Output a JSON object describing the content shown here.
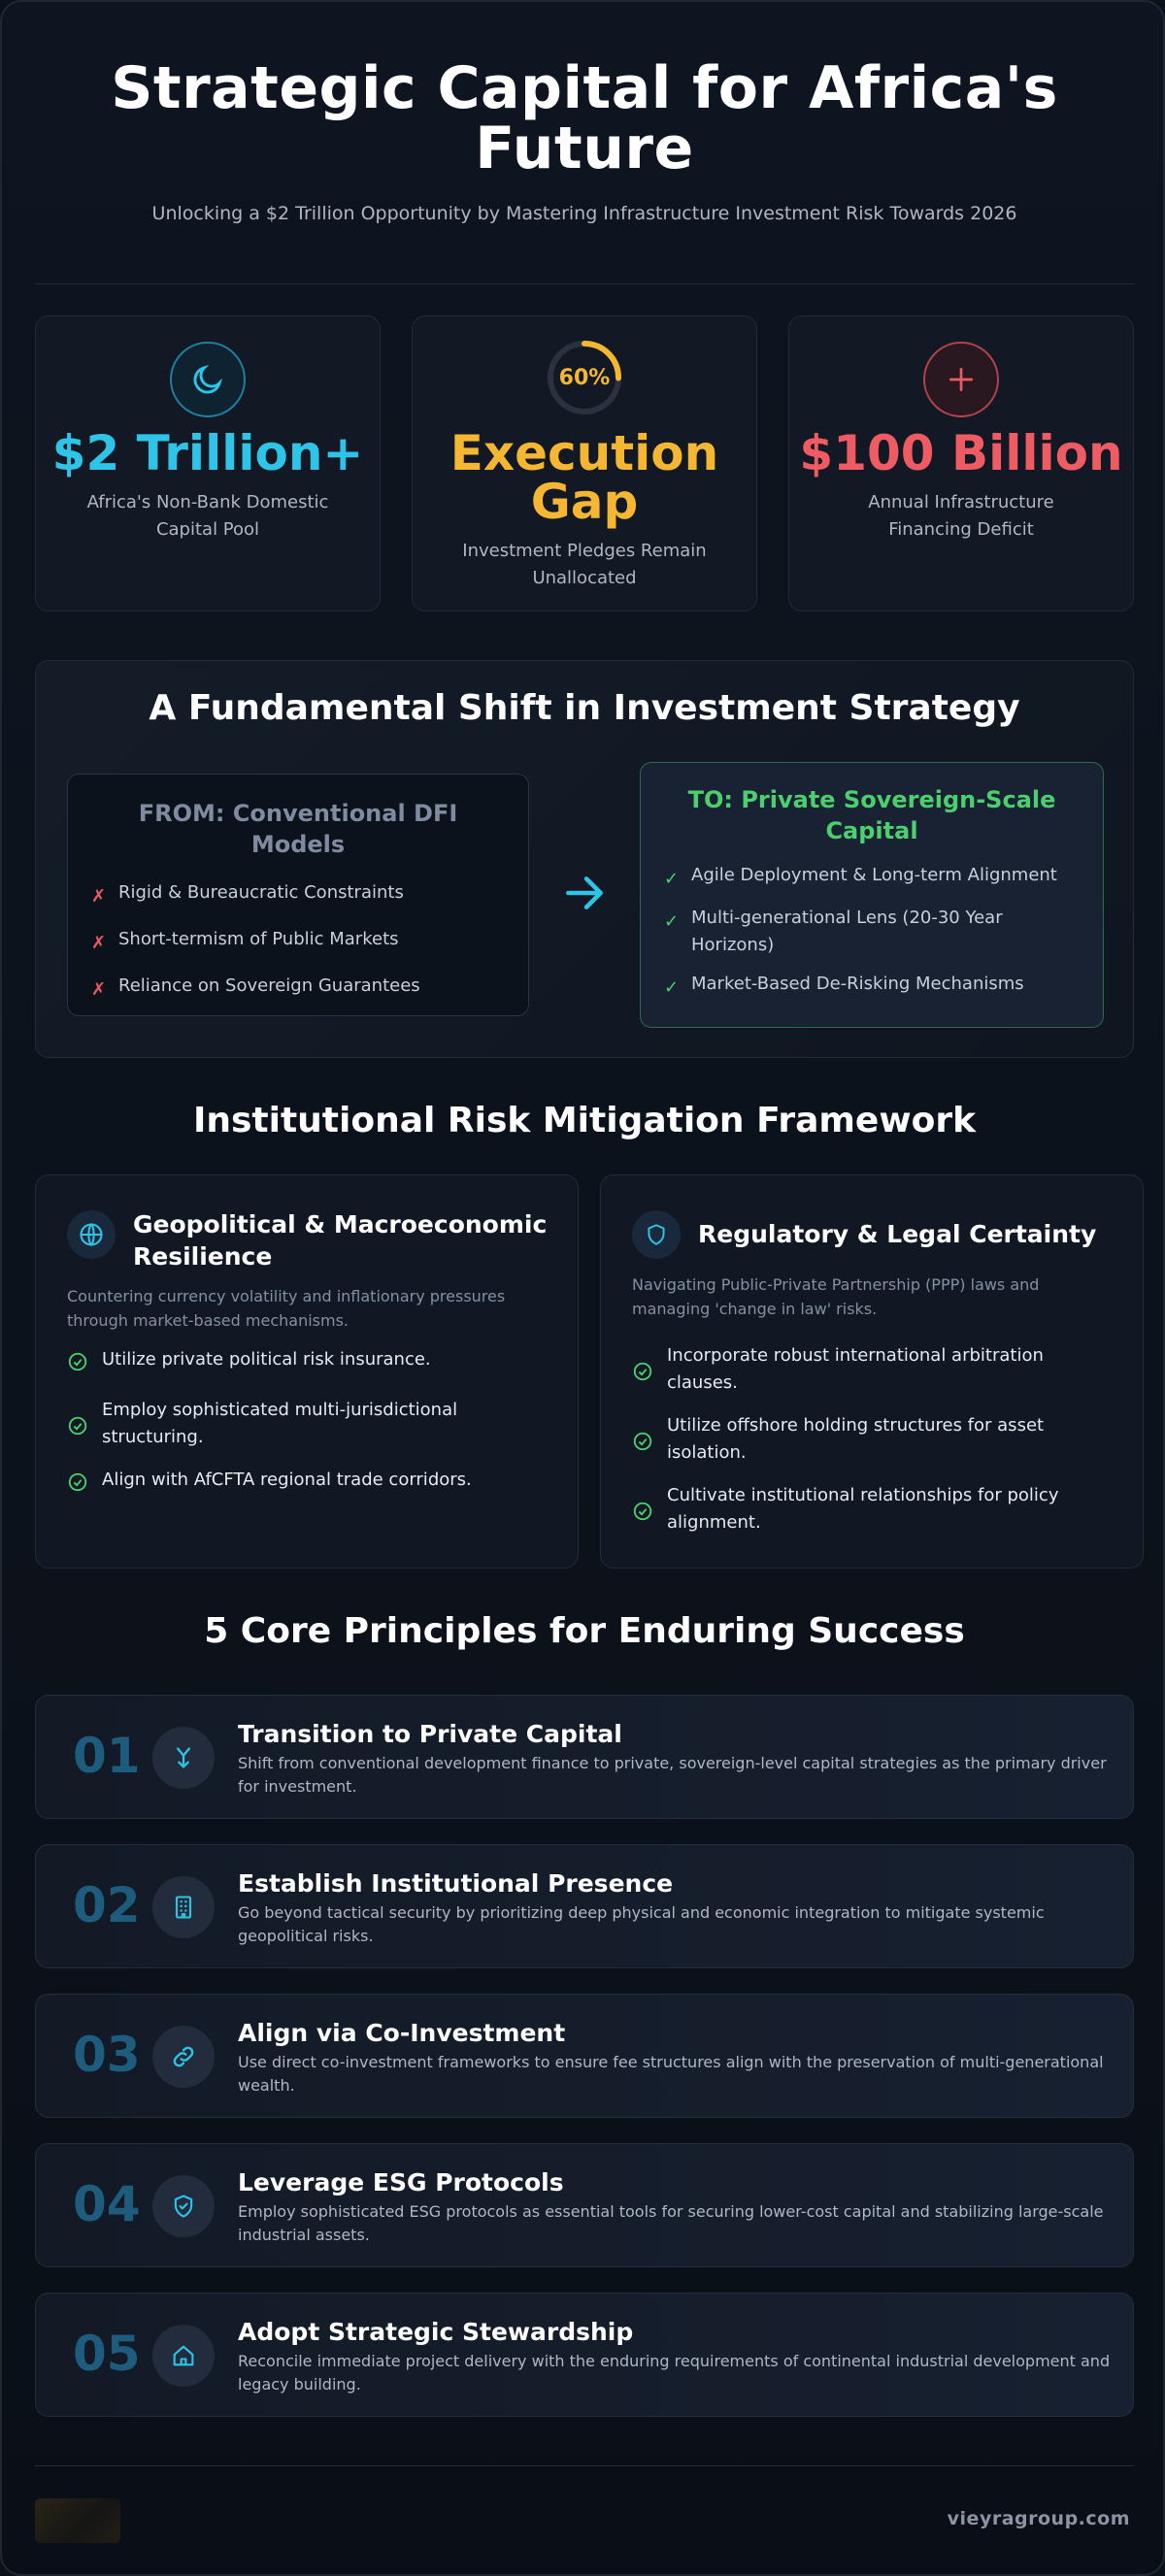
{
  "header": {
    "title": "Strategic Capital for Africa's Future",
    "subtitle": "Unlocking a $2 Trillion Opportunity by Mastering Infrastructure Investment Risk Towards 2026"
  },
  "stats": [
    {
      "value": "$2 Trillion+",
      "label": "Africa's Non-Bank Domestic Capital Pool",
      "icon": "moon-icon",
      "color": "#2ec4e8"
    },
    {
      "value": "Execution Gap",
      "label": "Investment Pledges Remain Unallocated",
      "ring_text": "60%",
      "ring_percent": 60,
      "icon": "progress-ring",
      "color": "#f5b731"
    },
    {
      "value": "$100 Billion",
      "label": "Annual Infrastructure Financing Deficit",
      "icon": "plus-icon",
      "color": "#ef5b62"
    }
  ],
  "shift": {
    "title": "A Fundamental Shift in Investment Strategy",
    "from": {
      "title": "FROM: Conventional DFI Models",
      "items": [
        "Rigid & Bureaucratic Constraints",
        "Short-termism of Public Markets",
        "Reliance on Sovereign Guarantees"
      ]
    },
    "to": {
      "title": "TO: Private Sovereign-Scale Capital",
      "items": [
        "Agile Deployment & Long-term Alignment",
        "Multi-generational Lens (20-30 Year Horizons)",
        "Market-Based De-Risking Mechanisms"
      ]
    }
  },
  "risk": {
    "title": "Institutional Risk Mitigation Framework",
    "cards": [
      {
        "title": "Geopolitical & Macroeconomic Resilience",
        "description": "Countering currency volatility and inflationary pressures through market-based mechanisms.",
        "icon": "globe-icon",
        "items": [
          "Utilize private political risk insurance.",
          "Employ sophisticated multi-jurisdictional structuring.",
          "Align with AfCFTA regional trade corridors."
        ]
      },
      {
        "title": "Regulatory & Legal Certainty",
        "description": "Navigating Public-Private Partnership (PPP) laws and managing 'change in law' risks.",
        "icon": "shield-icon",
        "items": [
          "Incorporate robust international arbitration clauses.",
          "Utilize offshore holding structures for asset isolation.",
          "Cultivate institutional relationships for policy alignment."
        ]
      }
    ]
  },
  "principles": {
    "title": "5 Core Principles for Enduring Success",
    "items": [
      {
        "number": "01",
        "title": "Transition to Private Capital",
        "description": "Shift from conventional development finance to private, sovereign-level capital strategies as the primary driver for investment.",
        "icon": "merge-arrows-icon"
      },
      {
        "number": "02",
        "title": "Establish Institutional Presence",
        "description": "Go beyond tactical security by prioritizing deep physical and economic integration to mitigate systemic geopolitical risks.",
        "icon": "building-icon"
      },
      {
        "number": "03",
        "title": "Align via Co-Investment",
        "description": "Use direct co-investment frameworks to ensure fee structures align with the preservation of multi-generational wealth.",
        "icon": "link-icon"
      },
      {
        "number": "04",
        "title": "Leverage ESG Protocols",
        "description": "Employ sophisticated ESG protocols as essential tools for securing lower-cost capital and stabilizing large-scale industrial assets.",
        "icon": "shield-check-icon"
      },
      {
        "number": "05",
        "title": "Adopt Strategic Stewardship",
        "description": "Reconcile immediate project delivery with the enduring requirements of continental industrial development and legacy building.",
        "icon": "home-icon"
      }
    ]
  },
  "footer": {
    "site": "vieyragroup.com"
  },
  "colors": {
    "accent_cyan": "#2ec4e8",
    "accent_gold": "#f5b731",
    "accent_red": "#ef5b62",
    "accent_green": "#4ccf6e",
    "from_gray": "#7f8ba0"
  }
}
